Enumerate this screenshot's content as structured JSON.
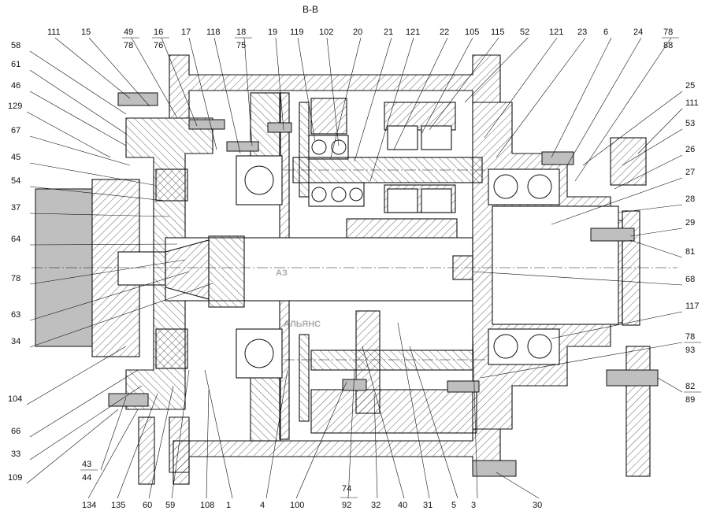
{
  "section_title": "B-B",
  "watermark": {
    "line1": "АЗ",
    "line2": "АЛЬЯНС"
  },
  "callouts_top": [
    "111",
    "15",
    "49",
    "78",
    "16",
    "76",
    "17",
    "118",
    "18",
    "75",
    "19",
    "119",
    "102",
    "20",
    "21",
    "121",
    "22",
    "105",
    "115",
    "52",
    "121",
    "23",
    "6",
    "24",
    "78",
    "88"
  ],
  "callouts_left": [
    "58",
    "61",
    "46",
    "129",
    "67",
    "45",
    "54",
    "37",
    "64",
    "78",
    "63",
    "34",
    "104",
    "66",
    "33",
    "43",
    "44",
    "109"
  ],
  "callouts_right": [
    "25",
    "111",
    "53",
    "26",
    "27",
    "28",
    "29",
    "81",
    "68",
    "117",
    "78",
    "93",
    "82",
    "89"
  ],
  "callouts_bottom": [
    "134",
    "135",
    "60",
    "59",
    "108",
    "1",
    "4",
    "100",
    "74",
    "92",
    "32",
    "40",
    "31",
    "5",
    "3",
    "30"
  ]
}
